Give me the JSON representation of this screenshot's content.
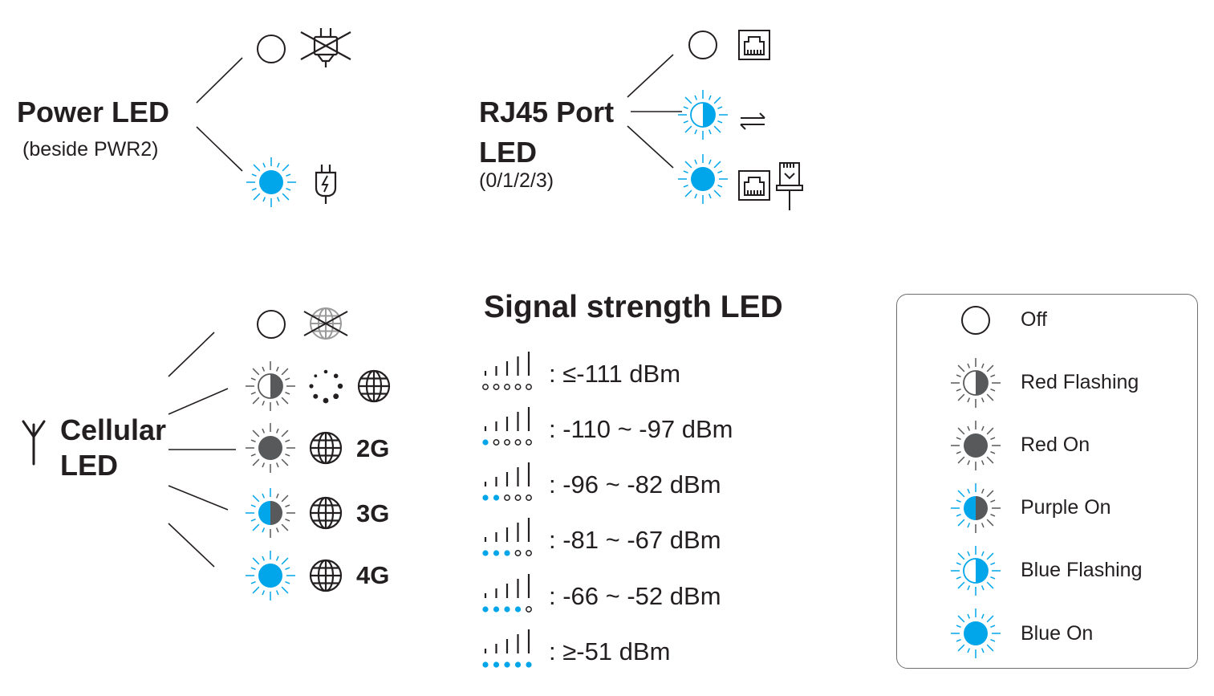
{
  "power": {
    "title": "Power LED",
    "subtitle": "(beside PWR2)"
  },
  "rj45": {
    "title_line1": "RJ45 Port",
    "title_line2": "LED",
    "subtitle": "(0/1/2/3)"
  },
  "cellular": {
    "title_line1": "Cellular",
    "title_line2": "LED",
    "rows": [
      {
        "led": "off",
        "icons": [
          "globe-crossed-icon"
        ],
        "label": ""
      },
      {
        "led": "red-flashing",
        "icons": [
          "loading-dots-icon",
          "globe-icon"
        ],
        "label": ""
      },
      {
        "led": "red-on",
        "icons": [
          "globe-icon"
        ],
        "label": "2G"
      },
      {
        "led": "purple-on",
        "icons": [
          "globe-icon"
        ],
        "label": "3G"
      },
      {
        "led": "blue-on",
        "icons": [
          "globe-icon"
        ],
        "label": "4G"
      }
    ]
  },
  "signal": {
    "title": "Signal strength LED",
    "levels": [
      {
        "lit": 0,
        "text": ":  ≤-111 dBm"
      },
      {
        "lit": 1,
        "text": ":  -110 ~ -97 dBm"
      },
      {
        "lit": 2,
        "text": ":  -96 ~ -82 dBm"
      },
      {
        "lit": 3,
        "text": ":  -81 ~ -67 dBm"
      },
      {
        "lit": 4,
        "text": ":  -66 ~ -52 dBm"
      },
      {
        "lit": 5,
        "text": ":  ≥-51 dBm"
      }
    ]
  },
  "legend": {
    "items": [
      {
        "led": "off",
        "label": "Off"
      },
      {
        "led": "red-flashing",
        "label": "Red Flashing"
      },
      {
        "led": "red-on",
        "label": "Red On"
      },
      {
        "led": "purple-on",
        "label": "Purple On"
      },
      {
        "led": "blue-flashing",
        "label": "Blue Flashing"
      },
      {
        "led": "blue-on",
        "label": "Blue On"
      }
    ]
  },
  "colors": {
    "blue": "#00a6e9",
    "gray": "#58595b",
    "text": "#231f20",
    "line": "#231f20"
  }
}
